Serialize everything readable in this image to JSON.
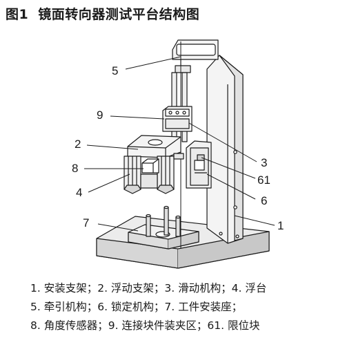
{
  "figure": {
    "number": "图1",
    "title": "镜面转向器测试平台结构图"
  },
  "callouts": {
    "c1": "1",
    "c2": "2",
    "c3": "3",
    "c4": "4",
    "c5": "5",
    "c6": "6",
    "c7": "7",
    "c8": "8",
    "c9": "9",
    "c61": "61"
  },
  "legend": {
    "line1": "1. 安装支架；2. 浮动支架；3. 滑动机构；4. 浮台",
    "line2": "5. 牵引机构；6. 锁定机构；7. 工件安装座；",
    "line3": "8. 角度传感器；9. 连接块件装夹区；61. 限位块"
  }
}
